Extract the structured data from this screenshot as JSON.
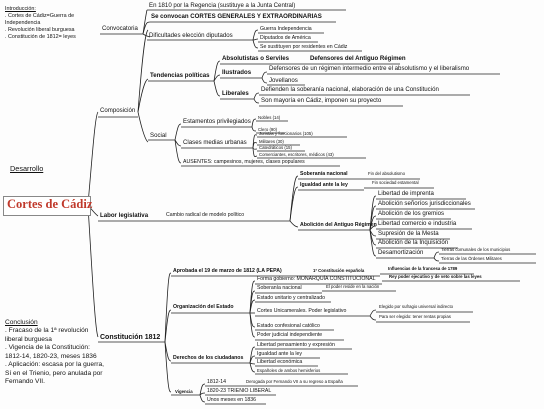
{
  "intro": {
    "heading": "Introducción:",
    "lines": [
      ". Cortes de Cádiz=Guerra de",
      "Independencia",
      ". Revolución liberal burguesa",
      ". Constitución de 1812= leyes"
    ]
  },
  "desarrollo_label": "Desarrollo",
  "central_topic": "Cortes de Cádiz",
  "conclusion": {
    "heading": "Conclusión",
    "lines": [
      ". Fracaso de la 1ª revolución",
      "liberal burguesa",
      ". Vigencia de la Constitución:",
      "1812-14, 1820-23, meses 1836",
      ". Aplicación: escasa por la guerra,",
      "Sí en el Trienio, pero anulada por",
      "Fernando VII."
    ]
  },
  "branches": {
    "composicion": {
      "label": "Composición",
      "convocatoria": {
        "label": "Convocatoria",
        "items": [
          "En 1810 por la Regencia (sustituye a la Junta Central)",
          "Se convocan CORTES GENERALES Y EXTRAORDINARIAS",
          "Dificultades elección diputados"
        ],
        "dificultades": [
          "Guerra Independencia",
          "Diputados de América",
          "Se sustituyen por residentes en Cádiz"
        ]
      },
      "tendencias": {
        "label": "Tendencias políticas",
        "absolutistas": "Absolutistas o Serviles",
        "absolutistas_desc": "Defensores del Antiguo Régimen",
        "ilustrados": "Ilustrados",
        "ilustrados_desc": "Defensores de un régimen intermedio entre el absolutismo y el liberalismo",
        "ilustrados_name": "Jovellanos",
        "liberales": "Liberales",
        "liberales_desc": [
          "Defienden la soberanía nacional, elaboración de una Constitución",
          "Son mayoría en Cádiz, imponen su proyecto"
        ]
      },
      "social": {
        "label": "Social",
        "privilegiados": "Estamentos privilegiados",
        "privilegiados_items": [
          "Nobles (14)",
          "Clero (90)"
        ],
        "medias": "Clases medias urbanas",
        "medias_items": [
          "Juristas y funcionarios (105)",
          "Militares (30)",
          "Catedráticos (15)",
          "Comerciantes, escritores, médicos (43)"
        ],
        "ausentes": "AUSENTES: campesinos, mujeres, clases populares"
      }
    },
    "labor": {
      "label": "Labor legislativa",
      "cambio": "Cambio radical de modelo político",
      "soberania": "Soberanía nacional",
      "soberania_note": "Fin del absolutismo",
      "igualdad": "Igualdad ante la ley",
      "igualdad_note": "Fin sociedad estamental",
      "abolicion": "Abolición del Antiguo Régimen",
      "abolicion_items": [
        "Libertad de imprenta",
        "Abolición señoríos jurisdiccionales",
        "Abolición de los gremios",
        "Libertad comercio e industria",
        "Supresión de la Mesta",
        "Abolición de la Inquisición",
        "Desamortización"
      ],
      "desamortizacion_notes": [
        "Tierras comunales de los municipios",
        "Tierras de las Órdenes Militares"
      ]
    },
    "constitucion": {
      "label": "Constitución 1812",
      "aprobada": "Aprobada el 19 de marzo de 1812 (LA PEPA)",
      "aprobada_note1": "1ª Constitución española",
      "aprobada_note2": "Influencias de la francesa de 1789",
      "organizacion": {
        "label": "Organización del Estado",
        "items": [
          "Forma gobierno: MONARQUÍA CONSTITUCIONAL",
          "Soberanía nacional",
          "Estado unitario y centralizado",
          "Cortes Unicamerales. Poder legislativo",
          "Estado confesional católico",
          "Poder judicial independiente"
        ],
        "forma_note": "Rey poder ejecutivo y de veto sobre las leyes",
        "soberania_note": "El poder reside en la nación",
        "cortes_notes": [
          "Elegido por sufragio universal indirecto",
          "Para ser elegido: tener rentas propias"
        ]
      },
      "derechos": {
        "label": "Derechos de los ciudadanos",
        "items": [
          "Libertad pensamiento y expresión",
          "Igualdad ante la ley",
          "Libertad económica",
          "Españoles de ambos hemisferios"
        ]
      },
      "vigencia": {
        "label": "Vigencia",
        "items": [
          "1812-14",
          "1820-23 TRIENIO LIBERAL",
          "Unos meses en 1836"
        ],
        "note_1812": "Derogada por Fernando VII a su regreso a España"
      }
    }
  }
}
